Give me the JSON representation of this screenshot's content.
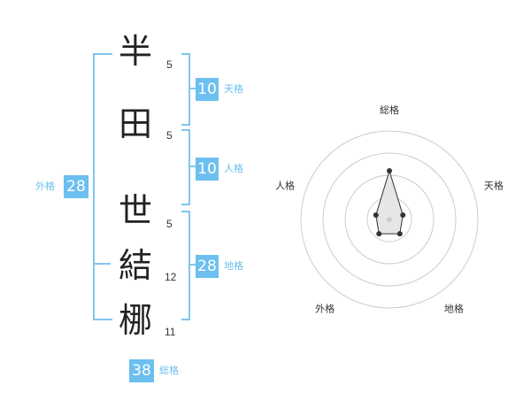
{
  "name_chars": [
    {
      "char": "半",
      "strokes": "5"
    },
    {
      "char": "田",
      "strokes": "5"
    },
    {
      "char": "世",
      "strokes": "5"
    },
    {
      "char": "結",
      "strokes": "12"
    },
    {
      "char": "梛",
      "strokes": "11"
    }
  ],
  "fortune": {
    "tenkaku": {
      "value": "10",
      "label": "天格"
    },
    "jinkaku": {
      "value": "10",
      "label": "人格"
    },
    "chikaku": {
      "value": "28",
      "label": "地格"
    },
    "gaikaku": {
      "value": "28",
      "label": "外格"
    },
    "soukaku": {
      "value": "38",
      "label": "総格"
    }
  },
  "radar": {
    "axes": [
      "総格",
      "天格",
      "地格",
      "外格",
      "人格"
    ],
    "values": [
      0.55,
      0.16,
      0.2,
      0.2,
      0.16
    ],
    "rings": 4,
    "line_color": "#333333",
    "fill_color": "#e6e6e6",
    "ring_color": "#cccccc"
  },
  "colors": {
    "accent": "#6cbfef",
    "bracket": "#7fc6ef"
  }
}
